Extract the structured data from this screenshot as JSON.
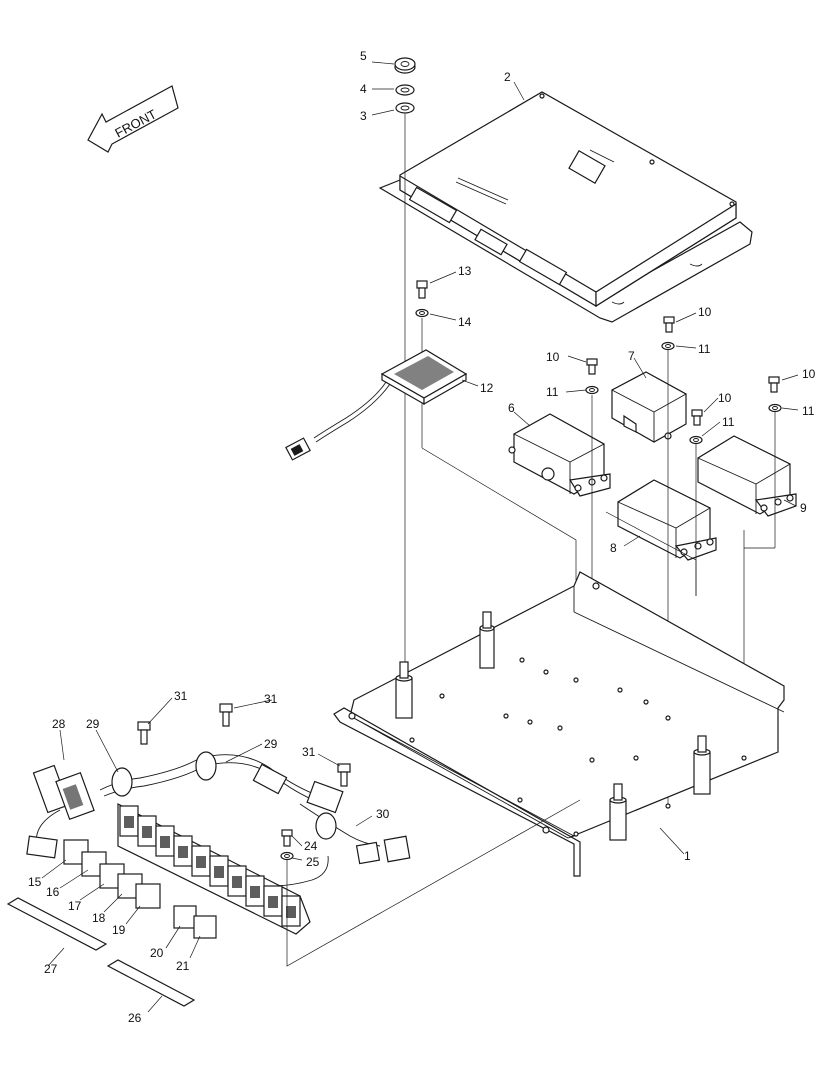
{
  "front_label": "FRONT",
  "callouts": [
    {
      "id": "c1",
      "text": "1"
    },
    {
      "id": "c2",
      "text": "2"
    },
    {
      "id": "c3",
      "text": "3"
    },
    {
      "id": "c4",
      "text": "4"
    },
    {
      "id": "c5",
      "text": "5"
    },
    {
      "id": "c6",
      "text": "6"
    },
    {
      "id": "c7",
      "text": "7"
    },
    {
      "id": "c8",
      "text": "8"
    },
    {
      "id": "c9",
      "text": "9"
    },
    {
      "id": "c10a",
      "text": "10"
    },
    {
      "id": "c10b",
      "text": "10"
    },
    {
      "id": "c10c",
      "text": "10"
    },
    {
      "id": "c10d",
      "text": "10"
    },
    {
      "id": "c11a",
      "text": "11"
    },
    {
      "id": "c11b",
      "text": "11"
    },
    {
      "id": "c11c",
      "text": "11"
    },
    {
      "id": "c11d",
      "text": "11"
    },
    {
      "id": "c12",
      "text": "12"
    },
    {
      "id": "c13",
      "text": "13"
    },
    {
      "id": "c14",
      "text": "14"
    },
    {
      "id": "c15",
      "text": "15"
    },
    {
      "id": "c16",
      "text": "16"
    },
    {
      "id": "c17",
      "text": "17"
    },
    {
      "id": "c18",
      "text": "18"
    },
    {
      "id": "c19",
      "text": "19"
    },
    {
      "id": "c20",
      "text": "20"
    },
    {
      "id": "c21",
      "text": "21"
    },
    {
      "id": "c24",
      "text": "24"
    },
    {
      "id": "c25",
      "text": "25"
    },
    {
      "id": "c26",
      "text": "26"
    },
    {
      "id": "c27",
      "text": "27"
    },
    {
      "id": "c28",
      "text": "28"
    },
    {
      "id": "c29a",
      "text": "29"
    },
    {
      "id": "c29b",
      "text": "29"
    },
    {
      "id": "c30",
      "text": "30"
    },
    {
      "id": "c31a",
      "text": "31"
    },
    {
      "id": "c31b",
      "text": "31"
    },
    {
      "id": "c31c",
      "text": "31"
    }
  ]
}
